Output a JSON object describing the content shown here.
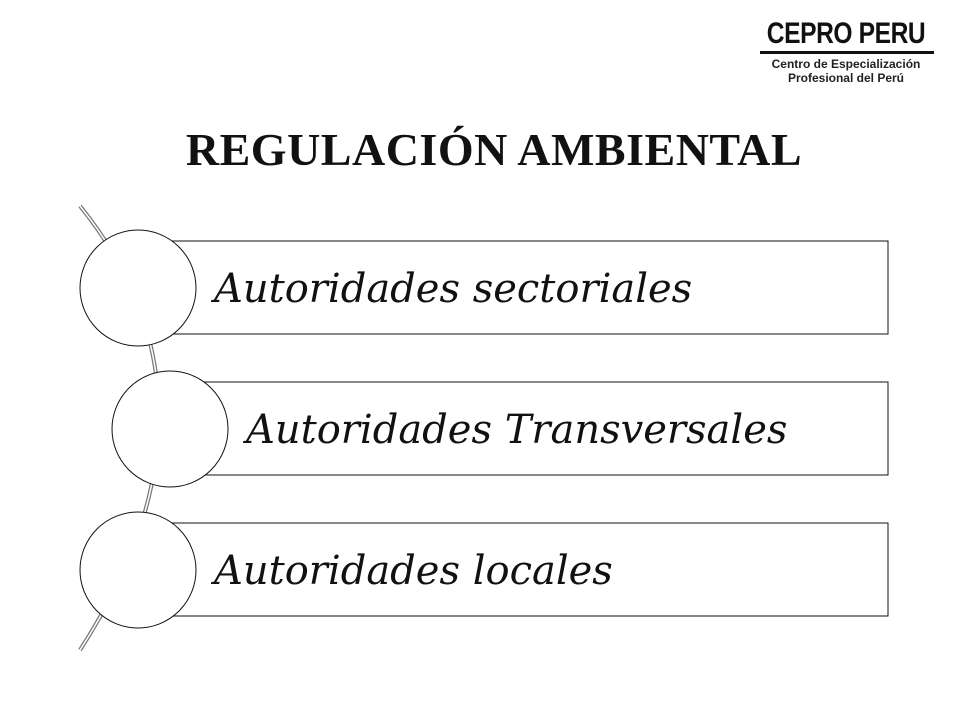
{
  "logo": {
    "name": "CEPRO PERU",
    "line1": "Centro de Especialización",
    "line2": "Profesional del Perú"
  },
  "slide": {
    "title": "REGULACIÓN AMBIENTAL"
  },
  "diagram": {
    "items": [
      {
        "label": "Autoridades sectoriales"
      },
      {
        "label": "Autoridades Transversales"
      },
      {
        "label": "Autoridades locales"
      }
    ]
  }
}
